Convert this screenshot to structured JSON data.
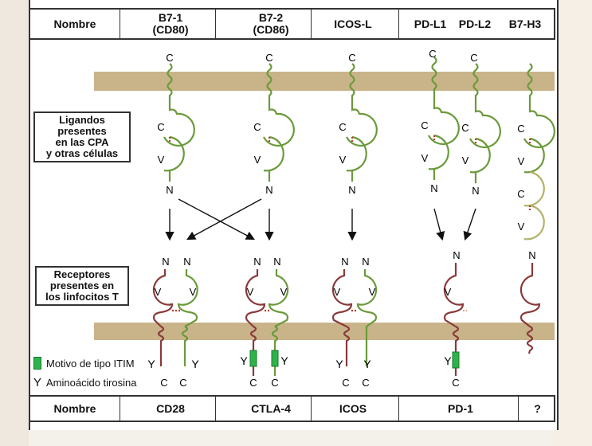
{
  "header": {
    "title": "Nombre",
    "ligands": [
      {
        "line1": "B7-1",
        "line2": "(CD80)"
      },
      {
        "line1": "B7-2",
        "line2": "(CD86)"
      },
      {
        "line1": "ICOS-L",
        "line2": ""
      },
      {
        "line1": "PD-L1",
        "line2": ""
      },
      {
        "line1": "PD-L2",
        "line2": ""
      },
      {
        "line1": "B7-H3",
        "line2": ""
      }
    ]
  },
  "labels": {
    "ligand_box": [
      "Ligandos",
      "presentes",
      "en las CPA",
      "y otras células"
    ],
    "receptor_box": [
      "Receptores",
      "presentes en",
      "los linfocitos T"
    ]
  },
  "legend": {
    "itim_label": "Motivo de tipo ITIM",
    "tyr_label": "Aminoácido tirosina",
    "tyr_symbol": "Y"
  },
  "footer": {
    "title": "Nombre",
    "receptors": [
      "CD28",
      "CTLA-4",
      "ICOS",
      "PD-1",
      "?"
    ]
  },
  "domain_letters": {
    "c": "C",
    "v": "V",
    "n": "N",
    "y": "Y"
  },
  "colors": {
    "ligand": "#6a9a3a",
    "receptor": "#8a3a3a",
    "membrane": "#c9b48a",
    "itim": "#2db34a"
  }
}
